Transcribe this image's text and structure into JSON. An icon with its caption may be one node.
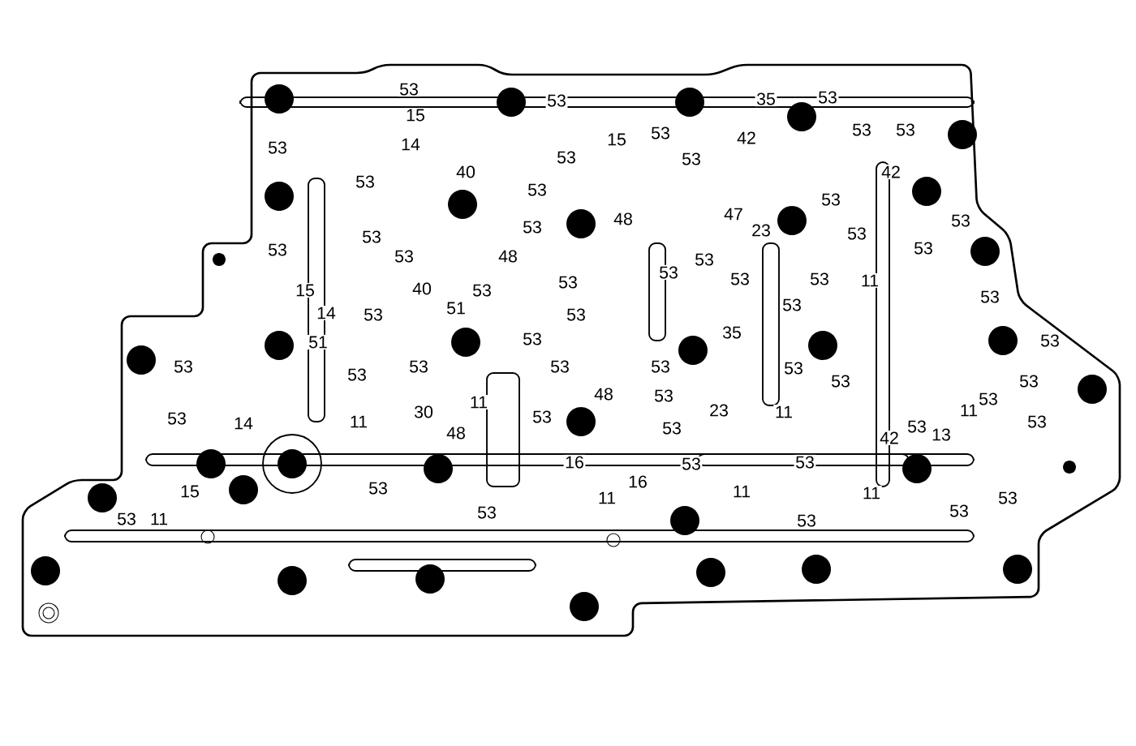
{
  "diagram": {
    "labels": [
      "53",
      "53",
      "35",
      "53",
      "15",
      "53",
      "53",
      "53",
      "15",
      "42",
      "14",
      "53",
      "53",
      "53",
      "40",
      "42",
      "53",
      "53",
      "53",
      "47",
      "48",
      "53",
      "53",
      "23",
      "53",
      "53",
      "53",
      "53",
      "53",
      "48",
      "53",
      "53",
      "53",
      "53",
      "11",
      "53",
      "40",
      "53",
      "15",
      "53",
      "53",
      "51",
      "14",
      "53",
      "53",
      "35",
      "53",
      "53",
      "51",
      "53",
      "53",
      "53",
      "53",
      "53",
      "53",
      "53",
      "53",
      "48",
      "53",
      "53",
      "11",
      "53",
      "30",
      "11",
      "23",
      "11",
      "53",
      "14",
      "11",
      "53",
      "53",
      "53",
      "48",
      "13",
      "42",
      "16",
      "53",
      "53",
      "16",
      "53",
      "15",
      "11",
      "11",
      "11",
      "53",
      "53",
      "53",
      "53",
      "11",
      "53"
    ]
  }
}
